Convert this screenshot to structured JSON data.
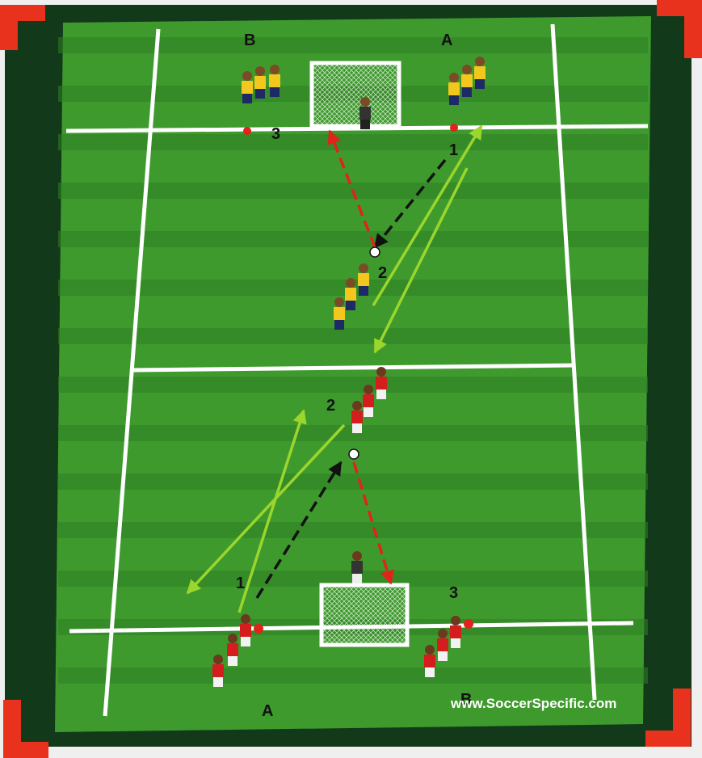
{
  "labels": {
    "top_group_left": "B",
    "top_group_right": "A",
    "bottom_group_left": "A",
    "bottom_group_right": "B",
    "step_1_top": "1",
    "step_2_top": "2",
    "step_3_top": "3",
    "step_1_bottom": "1",
    "step_2_bottom": "2",
    "step_3_bottom": "3"
  },
  "watermark": "www.SoccerSpecific.com",
  "colors": {
    "pitch_light": "#3f9a2e",
    "pitch_dark": "#2e8022",
    "lines": "#ffffff",
    "team_yellow": "#f2c81e",
    "team_red": "#d41e1e",
    "pass_black": "#111111",
    "pass_red": "#e0231b",
    "run_green": "#9ad62c",
    "corner_marks": "#e8321e"
  }
}
